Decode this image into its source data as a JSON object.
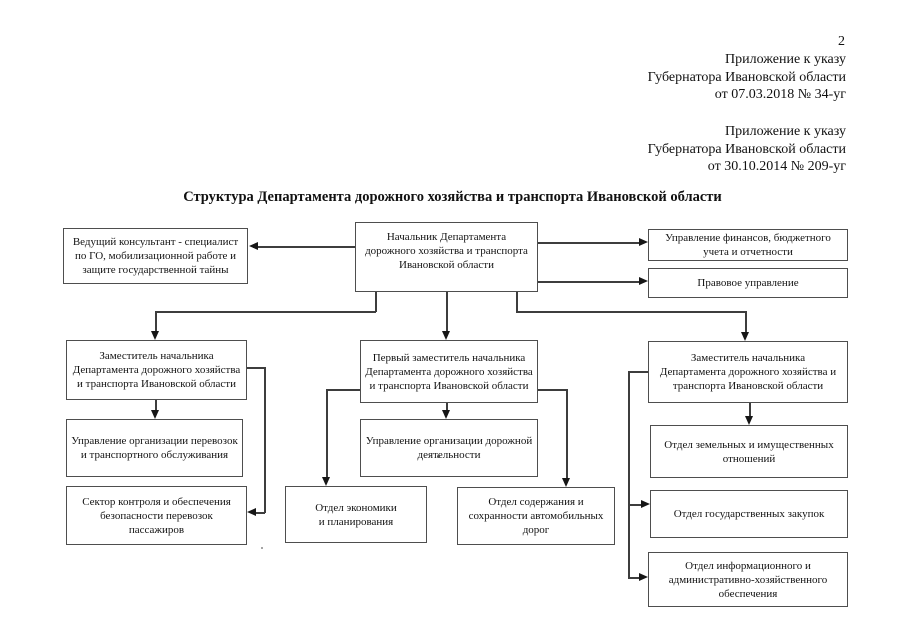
{
  "page_number": "2",
  "header": {
    "appendix_2018": {
      "lines": [
        "Приложение к указу",
        "Губернатора Ивановской области",
        "от 07.03.2018 № 34-уг"
      ]
    },
    "appendix_2014": {
      "lines": [
        "Приложение к указу",
        "Губернатора Ивановской области",
        "от 30.10.2014 № 209-уг"
      ]
    }
  },
  "title": "Структура Департамента дорожного хозяйства и транспорта Ивановской области",
  "org": {
    "head": {
      "lines": [
        "Начальник Департамента",
        "дорожного хозяйства и транспорта",
        "Ивановской области"
      ]
    },
    "consultant": {
      "lines": [
        "Ведущий консультант - специалист",
        "по ГО, мобилизационной работе и",
        "защите государственной тайны"
      ]
    },
    "finance": {
      "lines": [
        "Управление финансов, бюджетного",
        "учета и отчетности"
      ]
    },
    "legal": {
      "lines": [
        "Правовое управление"
      ]
    },
    "deputy_left": {
      "lines": [
        "Заместитель начальника",
        "Департамента дорожного хозяйства",
        "и транспорта Ивановской области"
      ]
    },
    "first_deputy": {
      "lines": [
        "Первый заместитель начальника",
        "Департамента дорожного хозяйства",
        "и транспорта Ивановской области"
      ]
    },
    "deputy_right": {
      "lines": [
        "Заместитель начальника",
        "Департамента дорожного хозяйства и",
        "транспорта Ивановской области"
      ]
    },
    "transport_dept": {
      "lines": [
        "Управление организации перевозок",
        "и транспортного обслуживания"
      ]
    },
    "road_dept": {
      "lines": [
        "Управление организации дорожной",
        "деятельности"
      ]
    },
    "safety_sector": {
      "lines": [
        "Сектор контроля и обеспечения",
        "безопасности перевозок",
        "пассажиров"
      ]
    },
    "economics": {
      "lines": [
        "Отдел экономики",
        "и планирования"
      ]
    },
    "maintenance": {
      "lines": [
        "Отдел содержания и",
        "сохранности автомобильных",
        "дорог"
      ]
    },
    "land": {
      "lines": [
        "Отдел земельных и имущественных",
        "отношений"
      ]
    },
    "procurement": {
      "lines": [
        "Отдел государственных закупок"
      ]
    },
    "admin": {
      "lines": [
        "Отдел информационного и",
        "административно-хозяйственного",
        "обеспечения"
      ]
    }
  },
  "connections": [
    [
      "head",
      "consultant"
    ],
    [
      "head",
      "finance"
    ],
    [
      "head",
      "legal"
    ],
    [
      "head",
      "deputy_left"
    ],
    [
      "head",
      "first_deputy"
    ],
    [
      "head",
      "deputy_right"
    ],
    [
      "deputy_left",
      "transport_dept"
    ],
    [
      "deputy_left",
      "safety_sector"
    ],
    [
      "first_deputy",
      "road_dept"
    ],
    [
      "first_deputy",
      "economics"
    ],
    [
      "first_deputy",
      "maintenance"
    ],
    [
      "deputy_right",
      "land"
    ],
    [
      "deputy_right",
      "procurement"
    ],
    [
      "deputy_right",
      "admin"
    ]
  ],
  "colors": {
    "text": "#131313",
    "box_border": "#4e4e4e",
    "connector_line": "#3d3d3d",
    "background": "#ffffff"
  }
}
